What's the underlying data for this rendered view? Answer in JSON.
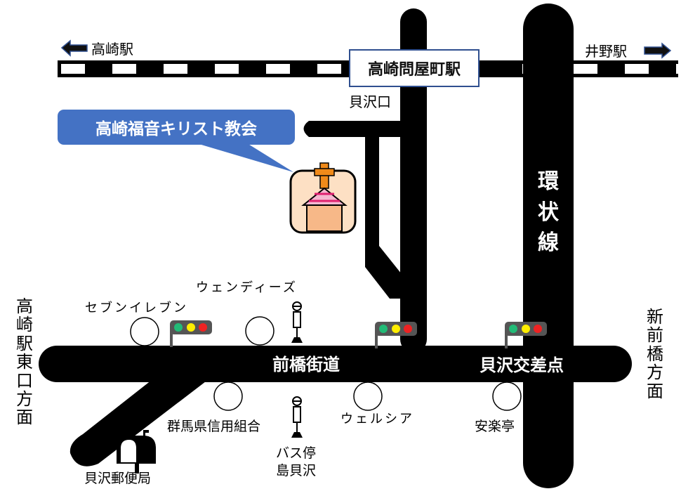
{
  "railway": {
    "station_main": "高崎問屋町駅",
    "left_direction": "高崎駅",
    "right_direction": "井野駅"
  },
  "church": {
    "name": "高崎福音キリスト教会",
    "callout_color": "#4472c4"
  },
  "roads": {
    "main_road": "前橋街道",
    "intersection": "貝沢交差点",
    "ring_road": "環状線",
    "side_entrance": "貝沢口"
  },
  "directions": {
    "west": "高崎駅東口方面",
    "east": "新前橋方面"
  },
  "landmarks": {
    "seven_eleven": "セブンイレブン",
    "wendys": "ウェンディーズ",
    "gunma_credit": "群馬県信用組合",
    "welcia": "ウェルシア",
    "anrakutei": "安楽亭",
    "post_office": "貝沢郵便局",
    "bus_stop_line1": "バス停",
    "bus_stop_line2": "島貝沢"
  },
  "traffic_light_colors": {
    "green": "#22bb77",
    "yellow": "#ffee00",
    "red": "#ee2222"
  }
}
